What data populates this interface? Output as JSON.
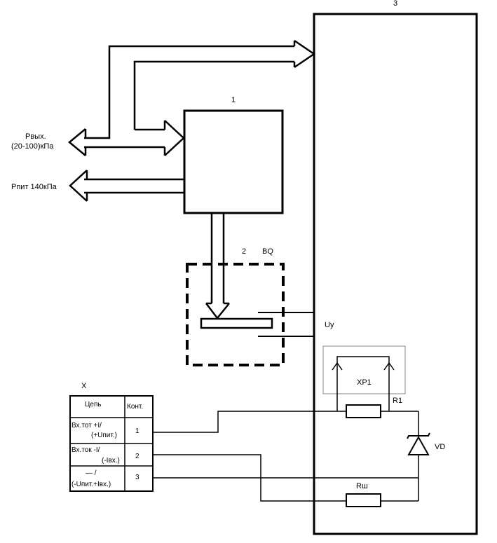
{
  "labels": {
    "block1": "1",
    "block2": "2",
    "block3": "3",
    "bq": "BQ",
    "uy": "Uy",
    "xp1": "XP1",
    "r1": "R1",
    "vd": "VD",
    "rsh": "Rш",
    "x": "X",
    "pvyx_line1": "Pвых.",
    "pvyx_line2": "(20-100)кПа",
    "ppit": "Pпит 140кПа"
  },
  "table": {
    "header_circuit": "Цепь",
    "header_contact": "Конт.",
    "rows": [
      {
        "line1": "Вх.тот +I/",
        "line2": "(+Uпит.)",
        "contact": "1"
      },
      {
        "line1": "Вх.ток -I/",
        "line2": "(-Iвх.)",
        "contact": "2"
      },
      {
        "line1": "— /",
        "line2": "(-Uпит.+Iвх.)",
        "contact": "3"
      }
    ]
  }
}
